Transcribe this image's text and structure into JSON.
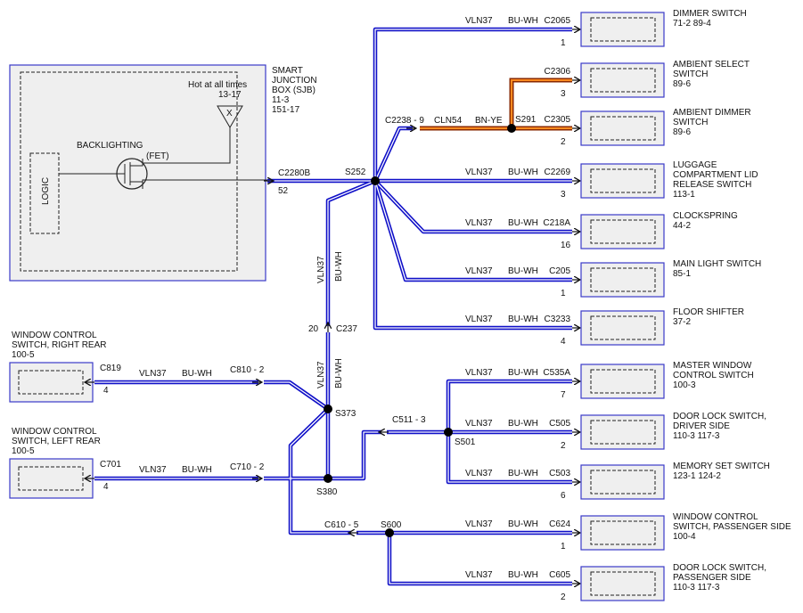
{
  "sjb": {
    "title_l1": "SMART",
    "title_l2": "JUNCTION",
    "title_l3": "BOX (SJB)",
    "ref1": "11-3",
    "ref2": "151-17",
    "hot_label": "Hot at all times",
    "hot_ref": "13-17",
    "fuse_mark": "X",
    "backlighting": "BACKLIGHTING",
    "fet": "(FET)",
    "logic": "LOGIC",
    "conn": "C2280B",
    "pin": "52"
  },
  "splices": {
    "s252": "S252",
    "s291": "S291",
    "s373": "S373",
    "s380": "S380",
    "s501": "S501",
    "s600": "S600"
  },
  "inline_connectors": {
    "c2238": "C2238 - 9",
    "c237": "C237",
    "c237_pin": "20",
    "c810": "C810 - 2",
    "c710": "C710 - 2",
    "c511": "C511 - 3",
    "c610": "C610 - 5"
  },
  "wire_labels": {
    "vln37": "VLN37",
    "buwh": "BU-WH",
    "cln54": "CLN54",
    "bnye": "BN-YE"
  },
  "right_components": [
    {
      "conn": "C2065",
      "pin": "1",
      "name1": "DIMMER SWITCH",
      "name2": "",
      "name3": "",
      "ref": "71-2   89-4",
      "circuit": "VLN37",
      "color": "BU-WH"
    },
    {
      "conn": "C2306",
      "pin": "3",
      "name1": "AMBIENT SELECT",
      "name2": "SWITCH",
      "name3": "",
      "ref": "89-6",
      "circuit": "",
      "color": ""
    },
    {
      "conn": "C2305",
      "pin": "2",
      "name1": "AMBIENT DIMMER",
      "name2": "SWITCH",
      "name3": "",
      "ref": "89-6",
      "circuit": "",
      "color": ""
    },
    {
      "conn": "C2269",
      "pin": "3",
      "name1": "LUGGAGE",
      "name2": "COMPARTMENT LID",
      "name3": "RELEASE SWITCH",
      "ref": "113-1",
      "circuit": "VLN37",
      "color": "BU-WH"
    },
    {
      "conn": "C218A",
      "pin": "16",
      "name1": "CLOCKSPRING",
      "name2": "",
      "name3": "",
      "ref": "44-2",
      "circuit": "VLN37",
      "color": "BU-WH"
    },
    {
      "conn": "C205",
      "pin": "1",
      "name1": "MAIN LIGHT SWITCH",
      "name2": "",
      "name3": "",
      "ref": "85-1",
      "circuit": "VLN37",
      "color": "BU-WH"
    },
    {
      "conn": "C3233",
      "pin": "4",
      "name1": "FLOOR SHIFTER",
      "name2": "",
      "name3": "",
      "ref": "37-2",
      "circuit": "VLN37",
      "color": "BU-WH"
    },
    {
      "conn": "C535A",
      "pin": "7",
      "name1": "MASTER WINDOW",
      "name2": "CONTROL SWITCH",
      "name3": "",
      "ref": "100-3",
      "circuit": "VLN37",
      "color": "BU-WH"
    },
    {
      "conn": "C505",
      "pin": "2",
      "name1": "DOOR LOCK SWITCH,",
      "name2": "DRIVER SIDE",
      "name3": "",
      "ref": "110-3   117-3",
      "circuit": "VLN37",
      "color": "BU-WH"
    },
    {
      "conn": "C503",
      "pin": "6",
      "name1": "MEMORY SET SWITCH",
      "name2": "",
      "name3": "",
      "ref": "123-1   124-2",
      "circuit": "VLN37",
      "color": "BU-WH"
    },
    {
      "conn": "C624",
      "pin": "1",
      "name1": "WINDOW CONTROL",
      "name2": "SWITCH, PASSENGER SIDE",
      "name3": "",
      "ref": "100-4",
      "circuit": "VLN37",
      "color": "BU-WH"
    },
    {
      "conn": "C605",
      "pin": "2",
      "name1": "DOOR LOCK SWITCH,",
      "name2": "PASSENGER SIDE",
      "name3": "",
      "ref": "110-3   117-3",
      "circuit": "VLN37",
      "color": "BU-WH"
    }
  ],
  "left_components": [
    {
      "conn": "C819",
      "pin": "4",
      "name1": "WINDOW CONTROL",
      "name2": "SWITCH, RIGHT REAR",
      "ref": "100-5"
    },
    {
      "conn": "C701",
      "pin": "4",
      "name1": "WINDOW CONTROL",
      "name2": "SWITCH, LEFT REAR",
      "ref": "100-5"
    }
  ],
  "colors": {
    "wire_blue": "#1010c8",
    "wire_brown": "#8a2a00",
    "wire_orange": "#ff8a20",
    "box_fill": "#efefef",
    "box_border": "#3a3ac8"
  }
}
